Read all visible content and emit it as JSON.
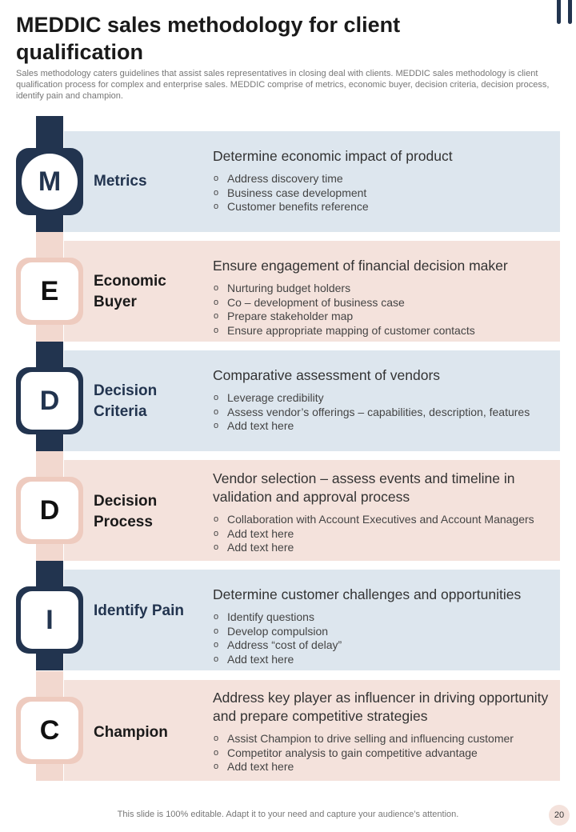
{
  "title": "MEDDIC sales methodology for client qualification",
  "subtitle": "Sales methodology caters guidelines that assist sales representatives in closing deal with clients. MEDDIC sales methodology is client qualification process for complex and enterprise sales. MEDDIC comprise of metrics, economic buyer, decision criteria, decision process, identify pain and champion.",
  "rows": [
    {
      "letter": "M",
      "label": "Metrics",
      "heading": "Determine economic impact of product",
      "bullets": [
        "Address discovery time",
        "Business case development",
        "Customer benefits reference"
      ]
    },
    {
      "letter": "E",
      "label": "Economic Buyer",
      "heading": "Ensure engagement of financial decision maker",
      "bullets": [
        "Nurturing budget holders",
        "Co – development of business case",
        "Prepare stakeholder map",
        "Ensure appropriate mapping of customer contacts"
      ]
    },
    {
      "letter": "D",
      "label": "Decision Criteria",
      "heading": "Comparative assessment of vendors",
      "bullets": [
        "Leverage credibility",
        "Assess vendor’s offerings – capabilities, description, features",
        "Add text here"
      ]
    },
    {
      "letter": "D",
      "label": "Decision Process",
      "heading": "Vendor selection – assess events and timeline in validation and approval process",
      "bullets": [
        "Collaboration with Account Executives and Account Managers",
        "Add text here",
        "Add text here"
      ]
    },
    {
      "letter": "I",
      "label": "Identify Pain",
      "heading": "Determine customer challenges and opportunities",
      "bullets": [
        "Identify questions",
        "Develop compulsion",
        "Address “cost of delay”",
        "Add text here"
      ]
    },
    {
      "letter": "C",
      "label": "Champion",
      "heading": "Address key player as influencer in driving opportunity and prepare competitive strategies",
      "bullets": [
        "Assist Champion to drive selling and influencing customer",
        "Competitor analysis to gain competitive advantage",
        "Add text here"
      ]
    }
  ],
  "footer": "This slide is 100% editable. Adapt it to your need and capture your audience’s attention.",
  "page_number": "20",
  "colors": {
    "navy": "#22344f",
    "blue_panel": "#dde6ee",
    "pink_panel": "#f4e2dc",
    "pink_badge": "#eecbbf"
  }
}
